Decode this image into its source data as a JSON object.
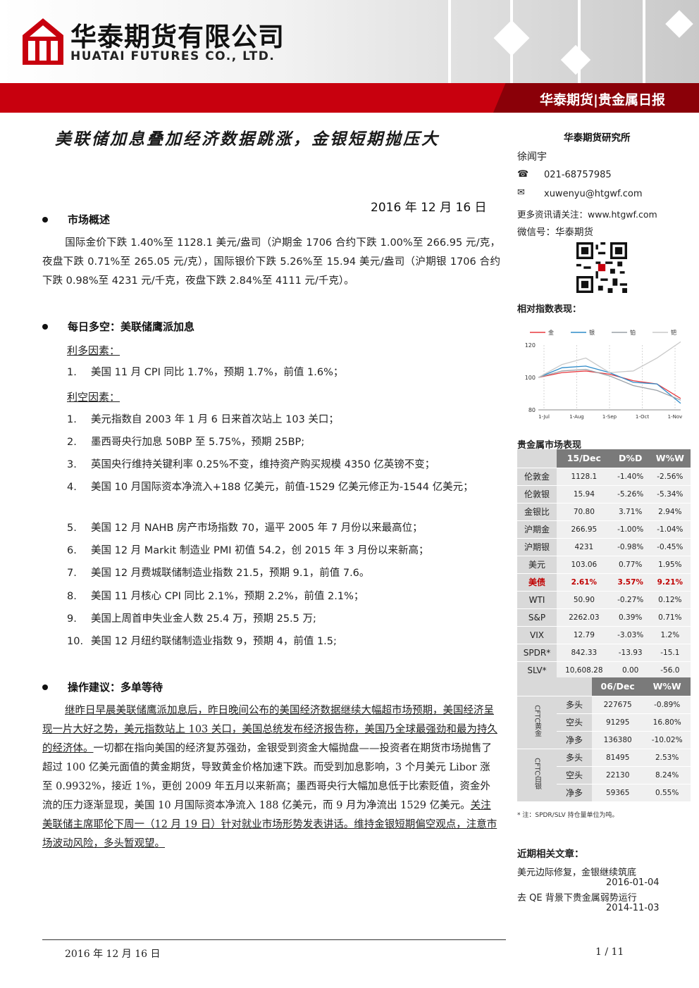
{
  "header": {
    "company_cn": "华泰期货有限公司",
    "company_en": "HUATAI FUTURES CO., LTD.",
    "report_tag": "华泰期货|贵金属日报"
  },
  "title": "美联储加息叠加经济数据跳涨，金银短期抛压大",
  "date": "2016 年 12 月 16 日",
  "sections": {
    "overview": {
      "heading": "市场概述",
      "text": "国际金价下跌 1.40%至 1128.1 美元/盎司（沪期金 1706 合约下跌 1.00%至 266.95 元/克，夜盘下跌 0.71%至 265.05 元/克），国际银价下跌 5.26%至 15.94 美元/盎司（沪期银 1706 合约下跌 0.98%至 4231 元/千克，夜盘下跌 2.84%至 4111 元/千克）。"
    },
    "daily": {
      "heading": "每日多空：美联储鹰派加息",
      "bull_label": "利多因素：",
      "bull_items": [
        {
          "num": "1.",
          "text": "美国 11 月 CPI 同比 1.7%，预期 1.7%，前值 1.6%；"
        }
      ],
      "bear_label": "利空因素：",
      "bear_items": [
        {
          "num": "1.",
          "text": "美元指数自 2003 年 1 月 6 日来首次站上 103 关口；"
        },
        {
          "num": "2.",
          "text": "墨西哥央行加息 50BP 至 5.75%，预期 25BP;"
        },
        {
          "num": "3.",
          "text": "英国央行维持关键利率 0.25%不变，维持资产购买规模 4350 亿英镑不变；"
        },
        {
          "num": "4.",
          "text": "美国 10 月国际资本净流入+188 亿美元，前值-1529 亿美元修正为-1544 亿美元；"
        },
        {
          "num": "5.",
          "text": "美国 12 月 NAHB 房产市场指数 70，逼平 2005 年 7 月份以来最高位；"
        },
        {
          "num": "6.",
          "text": "美国 12 月 Markit 制造业 PMI 初值 54.2，创 2015 年 3 月份以来新高；"
        },
        {
          "num": "7.",
          "text": "美国 12 月费城联储制造业指数 21.5，预期 9.1，前值 7.6。"
        },
        {
          "num": "8.",
          "text": "美国 11 月核心 CPI 同比 2.1%，预期 2.2%，前值 2.1%；"
        },
        {
          "num": "9.",
          "text": "美国上周首申失业金人数 25.4 万，预期 25.5 万;"
        },
        {
          "num": "10.",
          "text": "美国 12 月纽约联储制造业指数 9，预期 4，前值 1.5;"
        }
      ]
    },
    "advice": {
      "heading": "操作建议：多单等待",
      "part1": "继昨日早晨美联储鹰派加息后，昨日晚间公布的美国经济数据继续大幅超市场预期，美国经济呈现一片大好之势，美元指数站上 103 关口，美国总统发布经济报告称，美国乃全球最强劲和最为持久的经济体。",
      "part2": "一切都在指向美国的经济复苏强劲，金银受到资金大幅抛盘——投资者在期货市场抛售了超过 100 亿美元面值的黄金期货，导致黄金价格加速下跌。而受到加息影响，3 个月美元 Libor 涨至 0.9932%，接近 1%，更创 2009 年五月以来新高；墨西哥央行大幅加息低于比索贬值，资金外流的压力逐渐显现，美国 10 月国际资本净流入 188 亿美元，而 9 月为净流出 1529 亿美元。",
      "part3": "关注美联储主席耶伦下周一（12 月 19 日）针对就业市场形势发表讲话。维持金银短期偏空观点，注意市场波动风险，多头暂观望。"
    }
  },
  "sidebar": {
    "institute": "华泰期货研究所",
    "analyst": "徐闻宇",
    "phone_icon": "☎",
    "phone": "021-68757985",
    "email_icon": "✉",
    "email": "xuwenyu@htgwf.com",
    "more_info": "更多资讯请关注：www.htgwf.com",
    "wechat": "微信号：华泰期货",
    "chart_heading": "相对指数表现：",
    "market_heading": "贵金属市场表现",
    "table1": {
      "headers": [
        "",
        "15/Dec",
        "D%D",
        "W%W"
      ],
      "rows": [
        {
          "name": "伦敦金",
          "v": "1128.1",
          "d": "-1.40%",
          "w": "-2.56%",
          "hl": false
        },
        {
          "name": "伦敦银",
          "v": "15.94",
          "d": "-5.26%",
          "w": "-5.34%",
          "hl": false
        },
        {
          "name": "金银比",
          "v": "70.80",
          "d": "3.71%",
          "w": "2.94%",
          "hl": false
        },
        {
          "name": "沪期金",
          "v": "266.95",
          "d": "-1.00%",
          "w": "-1.04%",
          "hl": false
        },
        {
          "name": "沪期银",
          "v": "4231",
          "d": "-0.98%",
          "w": "-0.45%",
          "hl": false
        },
        {
          "name": "美元",
          "v": "103.06",
          "d": "0.77%",
          "w": "1.95%",
          "hl": false
        },
        {
          "name": "美债",
          "v": "2.61%",
          "d": "3.57%",
          "w": "9.21%",
          "hl": true
        },
        {
          "name": "WTI",
          "v": "50.90",
          "d": "-0.27%",
          "w": "0.12%",
          "hl": false
        },
        {
          "name": "S&P",
          "v": "2262.03",
          "d": "0.39%",
          "w": "0.71%",
          "hl": false
        },
        {
          "name": "VIX",
          "v": "12.79",
          "d": "-3.03%",
          "w": "1.2%",
          "hl": false
        },
        {
          "name": "SPDR*",
          "v": "842.33",
          "d": "-13.93",
          "w": "-15.1",
          "hl": false
        },
        {
          "name": "SLV*",
          "v": "10,608.28",
          "d": "0.00",
          "w": "-56.0",
          "hl": false
        }
      ]
    },
    "table2": {
      "headers": [
        "",
        "06/Dec",
        "W%W"
      ],
      "groups": [
        {
          "label": "CFTC黄金",
          "rows": [
            {
              "name": "多头",
              "v": "227675",
              "w": "-0.89%"
            },
            {
              "name": "空头",
              "v": "91295",
              "w": "16.80%"
            },
            {
              "name": "净多",
              "v": "136380",
              "w": "-10.02%"
            }
          ]
        },
        {
          "label": "CFTC白银",
          "rows": [
            {
              "name": "多头",
              "v": "81495",
              "w": "2.53%"
            },
            {
              "name": "空头",
              "v": "22130",
              "w": "8.24%"
            },
            {
              "name": "净多",
              "v": "59365",
              "w": "0.55%"
            }
          ]
        }
      ]
    },
    "note": "* 注：SPDR/SLV 持仓量单位为吨。",
    "articles_heading": "近期相关文章：",
    "articles": [
      {
        "title": "美元边际修复，金银继续筑底",
        "date": "2016-01-04"
      },
      {
        "title": "去 QE 背景下贵金属弱势运行",
        "date": "2014-11-03"
      }
    ]
  },
  "chart_data": {
    "type": "line",
    "title": "",
    "xlabel": "",
    "ylabel": "",
    "ylim": [
      80,
      120
    ],
    "yticks": [
      80,
      100,
      120
    ],
    "xticks": [
      "1-Jul",
      "1-Aug",
      "1-Sep",
      "1-Oct",
      "1-Nov"
    ],
    "x": [
      0,
      4,
      8,
      12,
      16,
      20,
      24
    ],
    "legend_position": "top",
    "series": [
      {
        "name": "金",
        "color": "#e8393f",
        "values": [
          100,
          103,
          104,
          102,
          98,
          96,
          87
        ]
      },
      {
        "name": "银",
        "color": "#2e8bc9",
        "values": [
          100,
          106,
          107,
          103,
          97,
          96,
          84
        ]
      },
      {
        "name": "铂",
        "color": "#9aa0a6",
        "values": [
          100,
          104,
          105,
          101,
          95,
          92,
          86
        ]
      },
      {
        "name": "钯",
        "color": "#c9c9c9",
        "values": [
          100,
          108,
          112,
          103,
          104,
          112,
          122
        ]
      }
    ]
  },
  "footer": {
    "date": "2016 年 12 月 16 日",
    "page": "1 / 11"
  }
}
